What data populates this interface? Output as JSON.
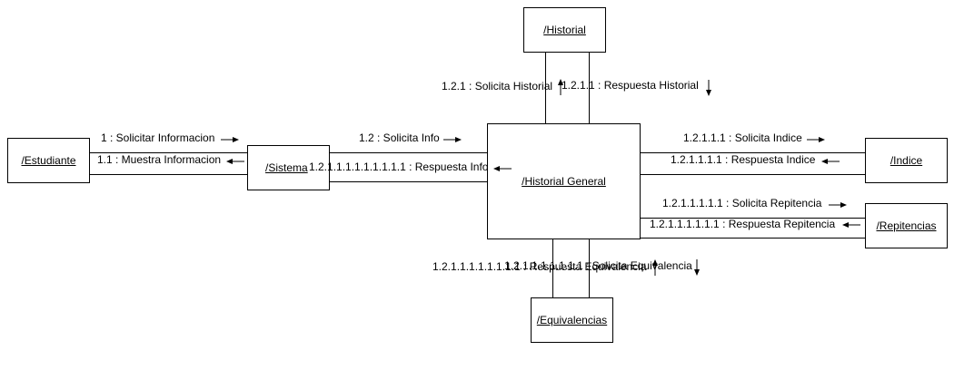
{
  "objects": {
    "historial": "/Historial",
    "estudiante": "/Estudiante",
    "sistema": "/Sistema",
    "historial_general": "/Historial General",
    "indice": "/Indice",
    "repitencias": "/Repitencias",
    "equivalencias": "/Equivalencias"
  },
  "messages": {
    "m1": "1 : Solicitar Informacion",
    "m1_1": "1.1 : Muestra Informacion",
    "m1_2": "1.2 : Solicita Info",
    "m_resp_info": "1.2.1.1.1.1.1.1.1.1.1 : Respuesta Info",
    "m1_2_1": "1.2.1 : Solicita Historial",
    "m1_2_1_1": "1.2.1.1 : Respuesta Historial",
    "m_sol_indice": "1.2.1.1.1 : Solicita Indice",
    "m_resp_indice": "1.2.1.1.1.1 : Respuesta Indice",
    "m_sol_repitencia": "1.2.1.1.1.1.1 : Solicita Repitencia",
    "m_resp_repitencia": "1.2.1.1.1.1.1.1 : Respuesta Repitencia",
    "m_sol_equivalencia": "1.2.1.1.1.1.1.1.1 : Solicita Equivalencia",
    "m_resp_equivalencia": "1.2.1.1.1.1.1.1.1.1 : Respuesta Equivalencia"
  }
}
